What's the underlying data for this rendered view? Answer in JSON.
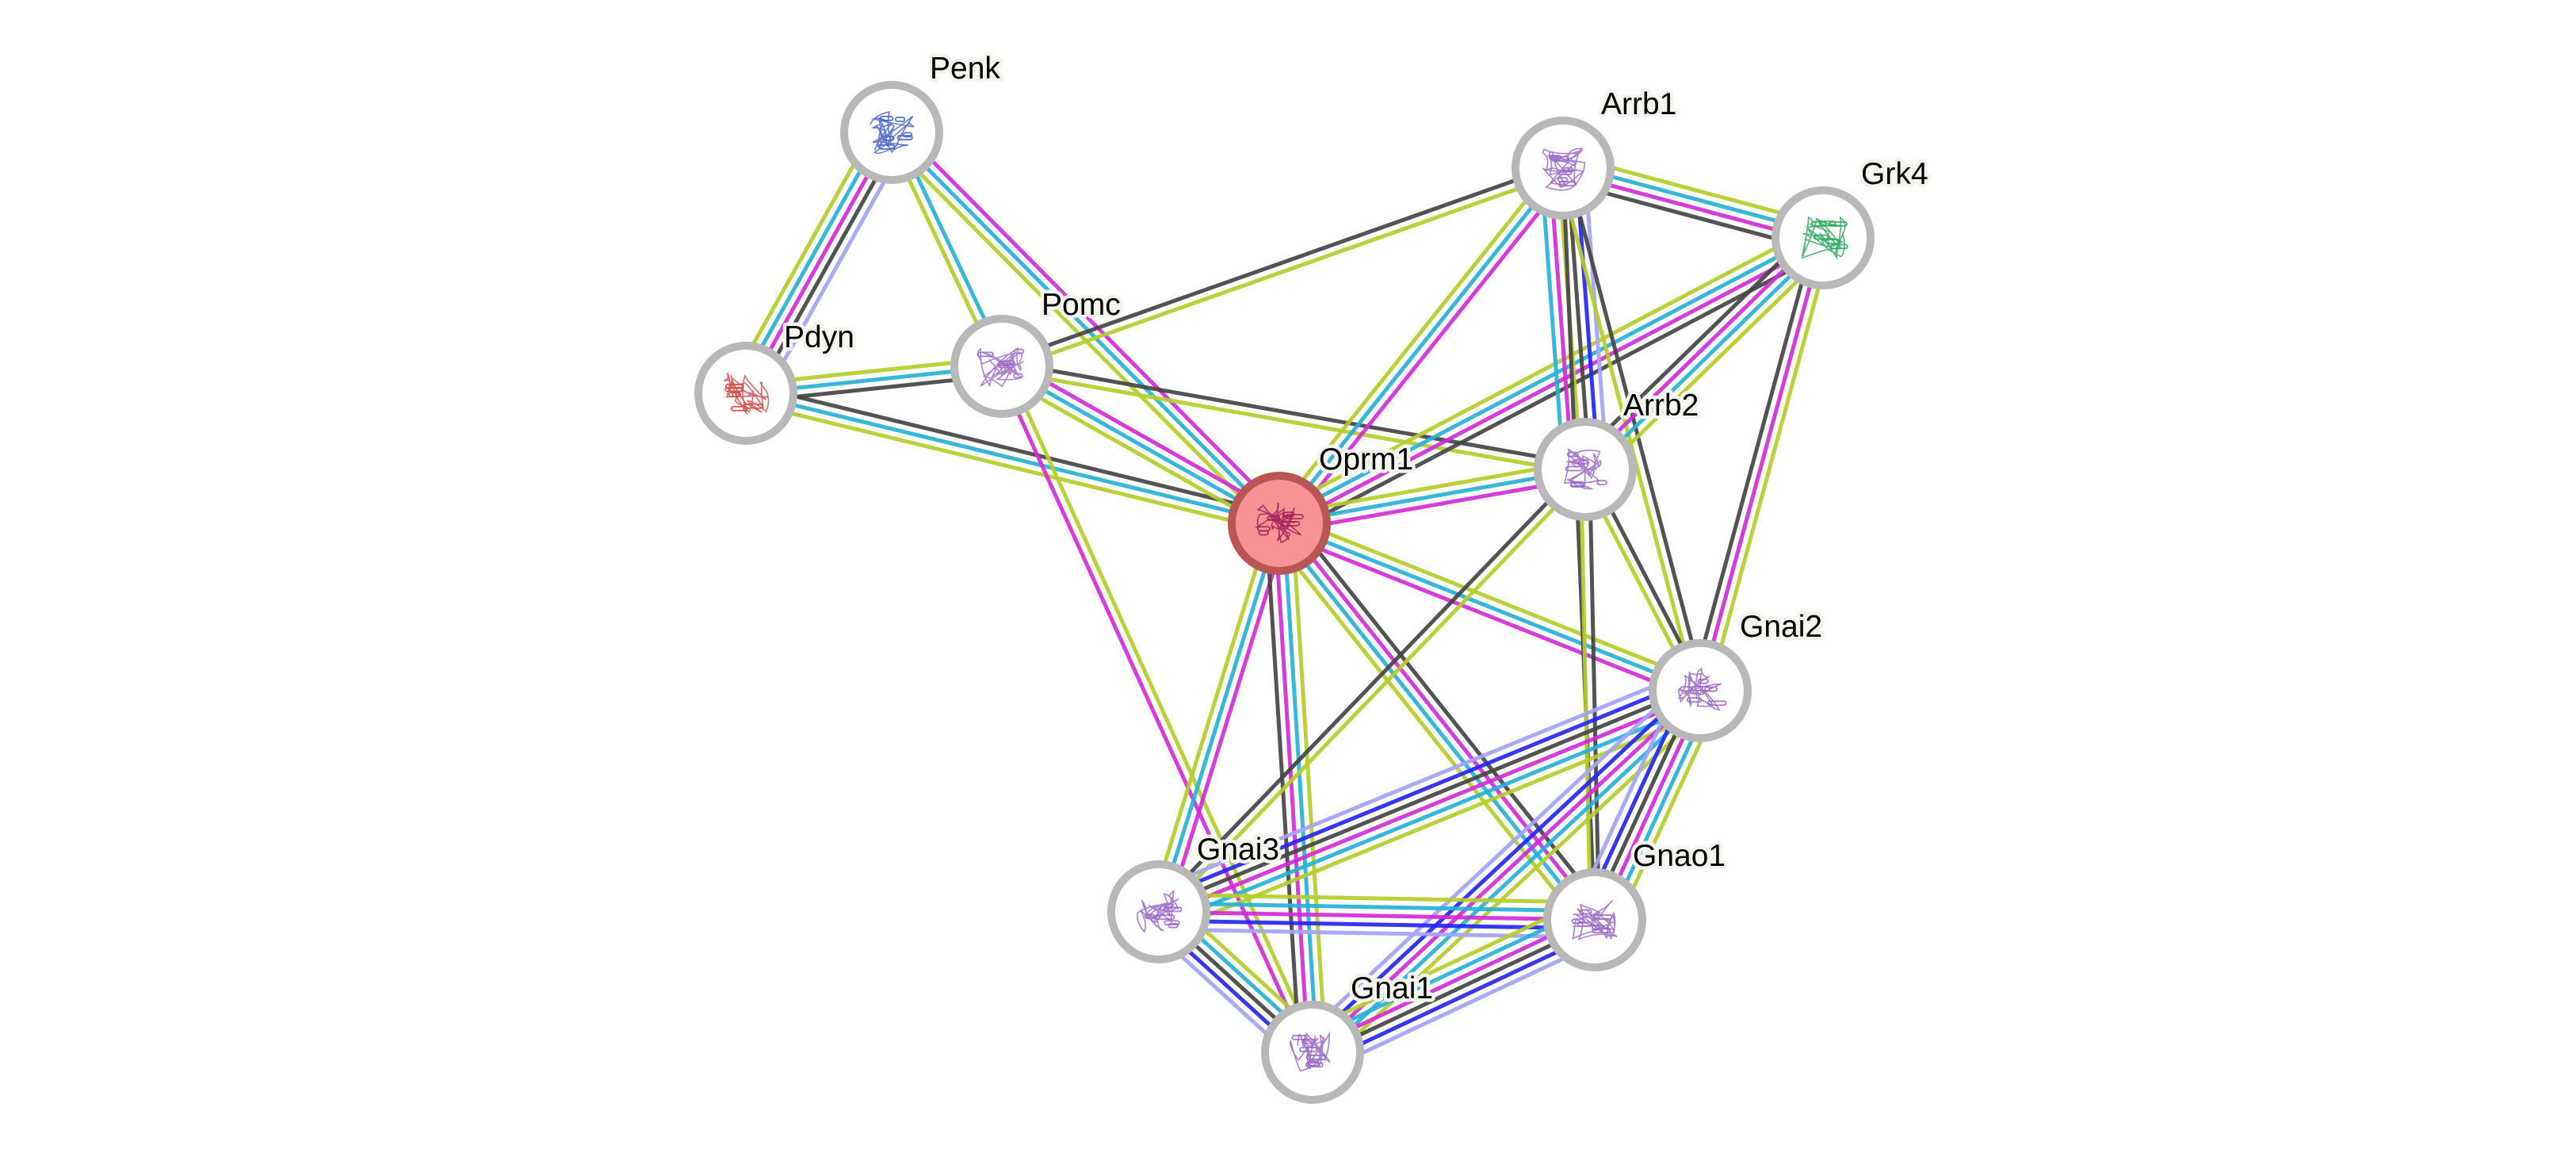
{
  "title": "Protein interaction network",
  "evidence_colors": {
    "textmining": "#b4cd2a",
    "database": "#27b1d6",
    "experimental": "#d22bd6",
    "coexpression": "#444444",
    "cooccurrence": "#2525f5",
    "homology": "#a3a3f8"
  },
  "query_node": "Oprm1",
  "node_style": {
    "default_ring": "#b8b8b8",
    "default_fill": "#ffffff",
    "query_ring": "#b85555",
    "query_fill": "#f99393"
  },
  "nodes": [
    {
      "id": "Penk",
      "label": "Penk",
      "glyph": "protein-structure-icon",
      "tint": "#4a64c8"
    },
    {
      "id": "Pdyn",
      "label": "Pdyn",
      "glyph": "protein-structure-icon",
      "tint": "#d05050"
    },
    {
      "id": "Pomc",
      "label": "Pomc",
      "glyph": "protein-structure-icon",
      "tint": "#a070c8"
    },
    {
      "id": "Oprm1",
      "label": "Oprm1",
      "glyph": "protein-structure-icon",
      "tint": "#a0205a"
    },
    {
      "id": "Arrb1",
      "label": "Arrb1",
      "glyph": "protein-structure-icon",
      "tint": "#9a6ac8"
    },
    {
      "id": "Grk4",
      "label": "Grk4",
      "glyph": "protein-structure-icon",
      "tint": "#30a860"
    },
    {
      "id": "Arrb2",
      "label": "Arrb2",
      "glyph": "protein-structure-icon",
      "tint": "#9a6ac8"
    },
    {
      "id": "Gnai2",
      "label": "Gnai2",
      "glyph": "protein-structure-icon",
      "tint": "#9a6ac8"
    },
    {
      "id": "Gnai3",
      "label": "Gnai3",
      "glyph": "protein-structure-icon",
      "tint": "#9a6ac8"
    },
    {
      "id": "Gnao1",
      "label": "Gnao1",
      "glyph": "protein-structure-icon",
      "tint": "#9a6ac8"
    },
    {
      "id": "Gnai1",
      "label": "Gnai1",
      "glyph": "protein-structure-icon",
      "tint": "#9a6ac8"
    }
  ],
  "edges": [
    {
      "source": "Penk",
      "target": "Pdyn",
      "evidence": [
        "homology",
        "coexpression",
        "experimental",
        "database",
        "textmining"
      ]
    },
    {
      "source": "Penk",
      "target": "Pomc",
      "evidence": [
        "database",
        "textmining"
      ]
    },
    {
      "source": "Penk",
      "target": "Oprm1",
      "evidence": [
        "experimental",
        "database",
        "textmining"
      ]
    },
    {
      "source": "Pdyn",
      "target": "Pomc",
      "evidence": [
        "textmining",
        "database",
        "coexpression"
      ]
    },
    {
      "source": "Pdyn",
      "target": "Oprm1",
      "evidence": [
        "coexpression",
        "database",
        "textmining"
      ]
    },
    {
      "source": "Pomc",
      "target": "Arrb1",
      "evidence": [
        "coexpression",
        "textmining"
      ]
    },
    {
      "source": "Pomc",
      "target": "Arrb2",
      "evidence": [
        "coexpression",
        "textmining"
      ]
    },
    {
      "source": "Pomc",
      "target": "Oprm1",
      "evidence": [
        "experimental",
        "database",
        "textmining"
      ]
    },
    {
      "source": "Pomc",
      "target": "Gnai1",
      "evidence": [
        "textmining",
        "experimental"
      ]
    },
    {
      "source": "Oprm1",
      "target": "Arrb1",
      "evidence": [
        "textmining",
        "database",
        "experimental"
      ]
    },
    {
      "source": "Oprm1",
      "target": "Grk4",
      "evidence": [
        "textmining",
        "database",
        "experimental",
        "coexpression"
      ]
    },
    {
      "source": "Oprm1",
      "target": "Arrb2",
      "evidence": [
        "textmining",
        "database",
        "experimental"
      ]
    },
    {
      "source": "Oprm1",
      "target": "Gnai2",
      "evidence": [
        "textmining",
        "database",
        "experimental"
      ]
    },
    {
      "source": "Oprm1",
      "target": "Gnai3",
      "evidence": [
        "experimental",
        "database",
        "textmining"
      ]
    },
    {
      "source": "Oprm1",
      "target": "Gnai1",
      "evidence": [
        "textmining",
        "database",
        "experimental",
        "coexpression"
      ]
    },
    {
      "source": "Oprm1",
      "target": "Gnao1",
      "evidence": [
        "coexpression",
        "experimental",
        "database",
        "textmining"
      ]
    },
    {
      "source": "Arrb1",
      "target": "Grk4",
      "evidence": [
        "textmining",
        "database",
        "experimental",
        "coexpression"
      ]
    },
    {
      "source": "Arrb1",
      "target": "Arrb2",
      "evidence": [
        "homology",
        "cooccurrence",
        "coexpression",
        "textmining",
        "experimental",
        "database"
      ]
    },
    {
      "source": "Arrb1",
      "target": "Gnai2",
      "evidence": [
        "coexpression",
        "textmining"
      ]
    },
    {
      "source": "Arrb1",
      "target": "Gnao1",
      "evidence": [
        "coexpression"
      ]
    },
    {
      "source": "Grk4",
      "target": "Arrb2",
      "evidence": [
        "textmining",
        "database",
        "experimental",
        "coexpression"
      ]
    },
    {
      "source": "Grk4",
      "target": "Gnai2",
      "evidence": [
        "textmining",
        "experimental",
        "coexpression"
      ]
    },
    {
      "source": "Arrb2",
      "target": "Gnai2",
      "evidence": [
        "coexpression",
        "textmining"
      ]
    },
    {
      "source": "Arrb2",
      "target": "Gnao1",
      "evidence": [
        "coexpression",
        "textmining"
      ]
    },
    {
      "source": "Arrb2",
      "target": "Gnai3",
      "evidence": [
        "textmining",
        "coexpression"
      ]
    },
    {
      "source": "Gnai2",
      "target": "Gnai3",
      "evidence": [
        "textmining",
        "database",
        "experimental",
        "coexpression",
        "cooccurrence",
        "homology"
      ]
    },
    {
      "source": "Gnai2",
      "target": "Gnai1",
      "evidence": [
        "textmining",
        "database",
        "experimental",
        "cooccurrence",
        "homology"
      ]
    },
    {
      "source": "Gnai2",
      "target": "Gnao1",
      "evidence": [
        "textmining",
        "database",
        "experimental",
        "coexpression",
        "cooccurrence",
        "homology"
      ]
    },
    {
      "source": "Gnai3",
      "target": "Gnao1",
      "evidence": [
        "textmining",
        "database",
        "experimental",
        "cooccurrence",
        "homology"
      ]
    },
    {
      "source": "Gnai3",
      "target": "Gnai1",
      "evidence": [
        "textmining",
        "database",
        "coexpression",
        "cooccurrence",
        "homology"
      ]
    },
    {
      "source": "Gnai1",
      "target": "Gnao1",
      "evidence": [
        "textmining",
        "database",
        "experimental",
        "coexpression",
        "cooccurrence",
        "homology"
      ]
    }
  ]
}
